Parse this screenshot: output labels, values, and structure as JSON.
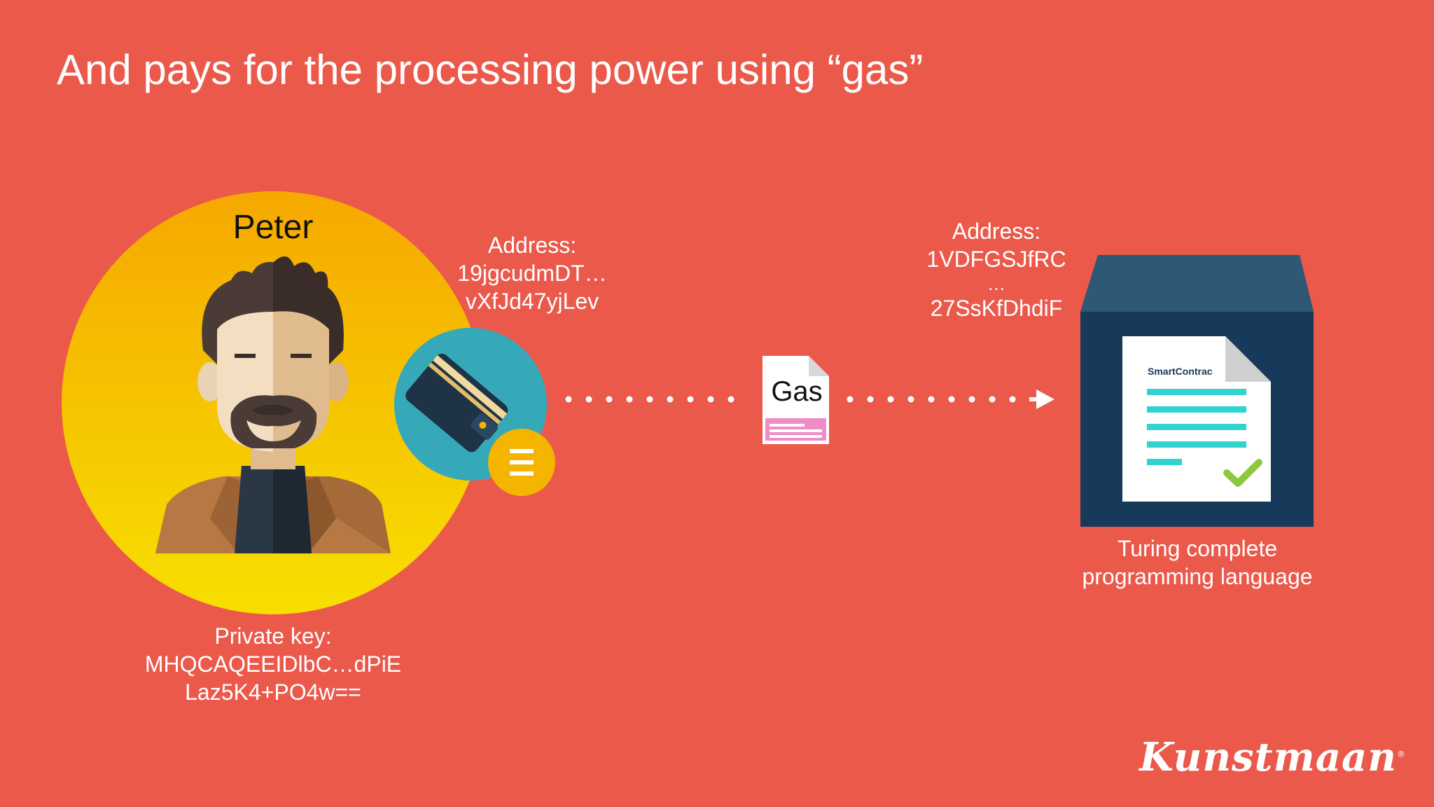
{
  "slide": {
    "title": "And pays for the processing power using “gas”"
  },
  "user": {
    "name": "Peter",
    "private_key": {
      "label": "Private key:",
      "line1": "MHQCAQEEIDlbC…dPiE",
      "line2": "Laz5K4+PO4w=="
    },
    "address": {
      "label": "Address:",
      "line1": "19jgcudmDT…",
      "line2": "vXfJd47yjLev"
    }
  },
  "transfer": {
    "gas_label": "Gas"
  },
  "contract": {
    "address": {
      "label": "Address:",
      "line1": "1VDFGSJfRC",
      "line2": "…",
      "line3": "27SsKfDhdiF"
    },
    "doc_label": "SmartContrac",
    "caption_line1": "Turing complete",
    "caption_line2": "programming language"
  },
  "brand": {
    "logo_text": "Kunstmaan",
    "trademark": "®"
  },
  "colors": {
    "background": "#EB594B",
    "circle_top": "#F6A800",
    "circle_bottom": "#F7DF00",
    "wallet_bg": "#36A9B9",
    "eth_coin": "#F4B400",
    "box_dark": "#173A5A",
    "box_lid": "#2E5873",
    "doc_lines": "#2FD3D0",
    "check": "#8DC63F"
  },
  "icons": {
    "avatar": "man-with-beard-avatar",
    "wallet": "wallet-icon",
    "coin": "ether-coin-icon",
    "gas": "gas-document-icon",
    "contract": "smart-contract-document-icon",
    "check": "check-icon",
    "arrow": "arrow-right-icon"
  }
}
